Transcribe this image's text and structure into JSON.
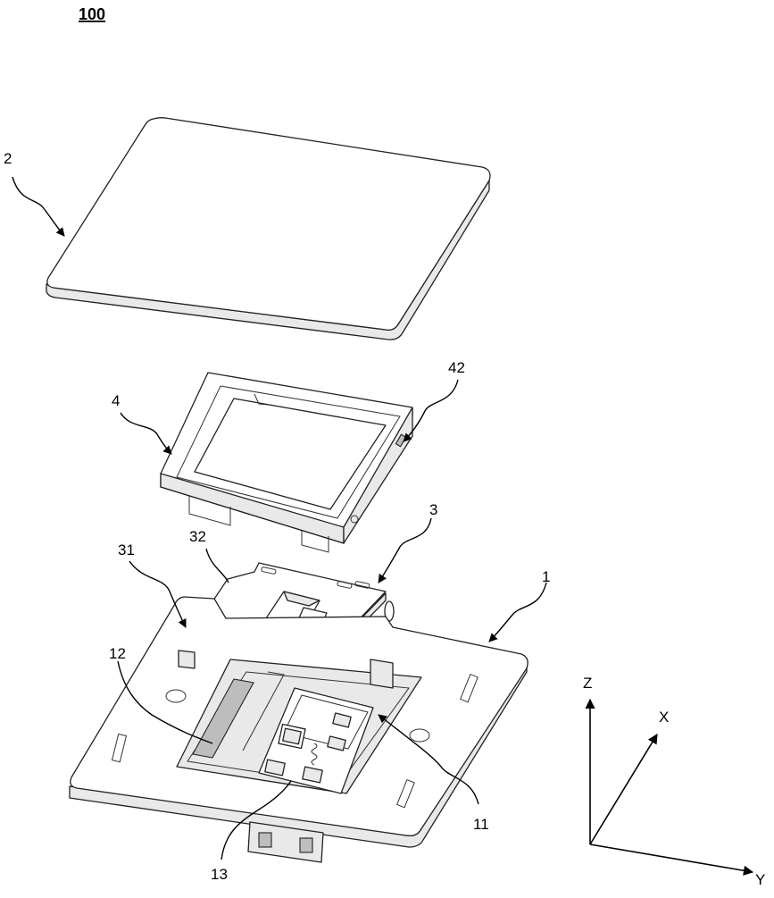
{
  "figure_number": "100",
  "labels": {
    "cover": "2",
    "frame": "4",
    "frame_slot": "42",
    "bracket": "3",
    "bracket_pivot": "31",
    "bracket_plate": "32",
    "base": "1",
    "base_rail": "12",
    "base_cavity": "11",
    "spring_module": "13"
  },
  "axes": {
    "z": "Z",
    "x": "X",
    "y": "Y"
  }
}
